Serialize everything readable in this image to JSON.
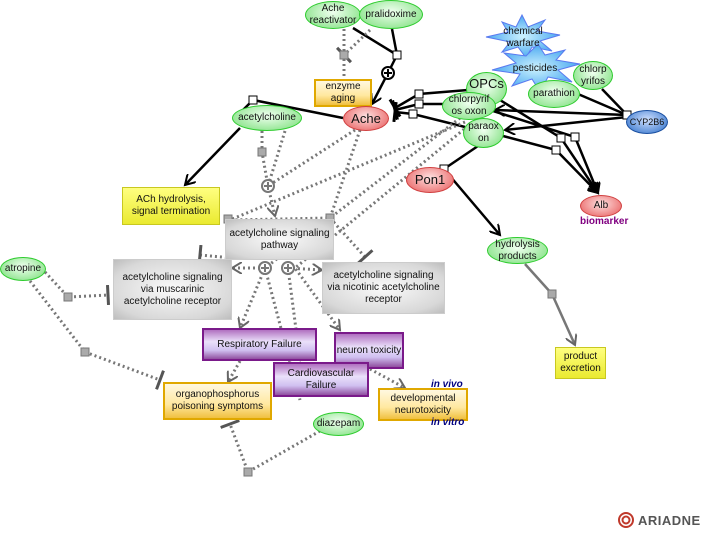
{
  "nodes": {
    "ache_reactivator": "Ache reactivator",
    "pralidoxime": "pralidoxime",
    "enzyme_aging": "enzyme aging",
    "ache": "Ache",
    "acetylcholine": "acetylcholine",
    "chemical_warfare": "chemical warfare",
    "pesticides": "pesticides",
    "chlorpyrifos": "chlorp yrifos",
    "parathion": "parathion",
    "opcs": "OPCs",
    "chlorpyrifos_oxon": "chlorpyrif os oxon",
    "paraoxon": "paraox on",
    "cyp2b6": "CYP2B6",
    "pon1": "Pon1",
    "alb": "Alb",
    "hydrolysis_products": "hydrolysis products",
    "product_excretion": "product excretion",
    "ach_hydrolysis": "ACh hydrolysis, signal termination",
    "ach_signaling": "acetylcholine signaling pathway",
    "muscarinic": "acetylcholine signaling via muscarinic acetylcholine receptor",
    "nicotinic": "acetylcholine signaling via nicotinic acetylcholine receptor",
    "respiratory_failure": "Respiratory Failure",
    "neuron_toxicity": "neuron toxicity",
    "cardiovascular_failure": "Cardiovascular Failure",
    "op_poisoning": "organophosphorus poisoning symptoms",
    "dev_neurotox": "developmental neurotoxicity",
    "diazepam": "diazepam",
    "atropine": "atropine"
  },
  "labels": {
    "biomarker": "biomarker",
    "in_vivo": "in vivo",
    "in_vitro": "in vitro"
  },
  "logo": "ARIADNE",
  "colors": {
    "annotation_purple": "#800080",
    "annotation_navy": "#000080",
    "logo_red": "#c0392b",
    "logo_gray": "#555555"
  }
}
